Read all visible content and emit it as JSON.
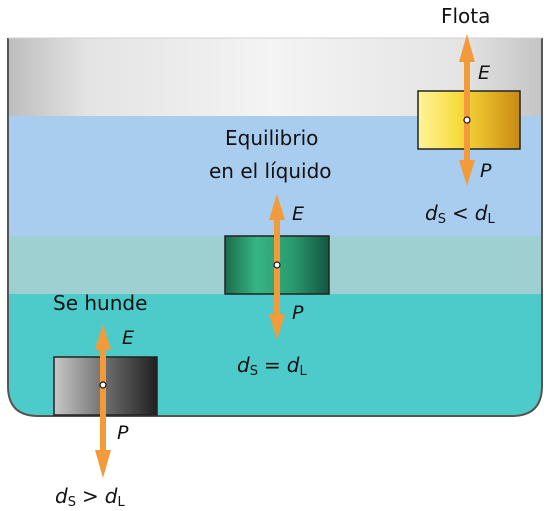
{
  "cases": {
    "floats": {
      "title": "Flota",
      "force_up": "E",
      "force_down": "P",
      "relation": {
        "left": "d",
        "left_sub": "S",
        "operator": "<",
        "right": "d",
        "right_sub": "L"
      }
    },
    "equilibrium": {
      "title_line1": "Equilibrio",
      "title_line2": "en el líquido",
      "force_up": "E",
      "force_down": "P",
      "relation": {
        "left": "d",
        "left_sub": "S",
        "operator": "=",
        "right": "d",
        "right_sub": "L"
      }
    },
    "sinks": {
      "title": "Se hunde",
      "force_up": "E",
      "force_down": "P",
      "relation": {
        "left": "d",
        "left_sub": "S",
        "operator": ">",
        "right": "d",
        "right_sub": "L"
      }
    }
  },
  "colors": {
    "arrow": "#f39a3a",
    "liquid_top": "#a9cdee",
    "liquid_middle": "#9ecfd1",
    "liquid_bottom": "#4dcbcb",
    "block_floats": "#f5d43a",
    "block_equilibrium": "#2aa37a",
    "block_sinks": "#4a4a4a"
  }
}
